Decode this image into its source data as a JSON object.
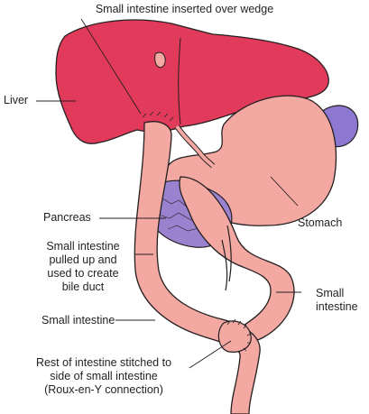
{
  "colors": {
    "liver": "#e23a5a",
    "intestine": "#f4a8a2",
    "pancreas": "#9b82cf",
    "spleen": "#8c78d0",
    "outline": "#231f20"
  },
  "labels": {
    "wedge": "Small intestine inserted over wedge",
    "liver": "Liver",
    "pancreas": "Pancreas",
    "stomach": "Stomach",
    "bile_duct": [
      "Small intestine",
      "pulled up and",
      "used to create",
      "bile duct"
    ],
    "small_intestine_right": [
      "Small",
      "intestine"
    ],
    "small_intestine_left": "Small intestine",
    "roux": [
      "Rest of intestine stitched to",
      "side of small intestine",
      "(Roux-en-Y connection)"
    ]
  }
}
